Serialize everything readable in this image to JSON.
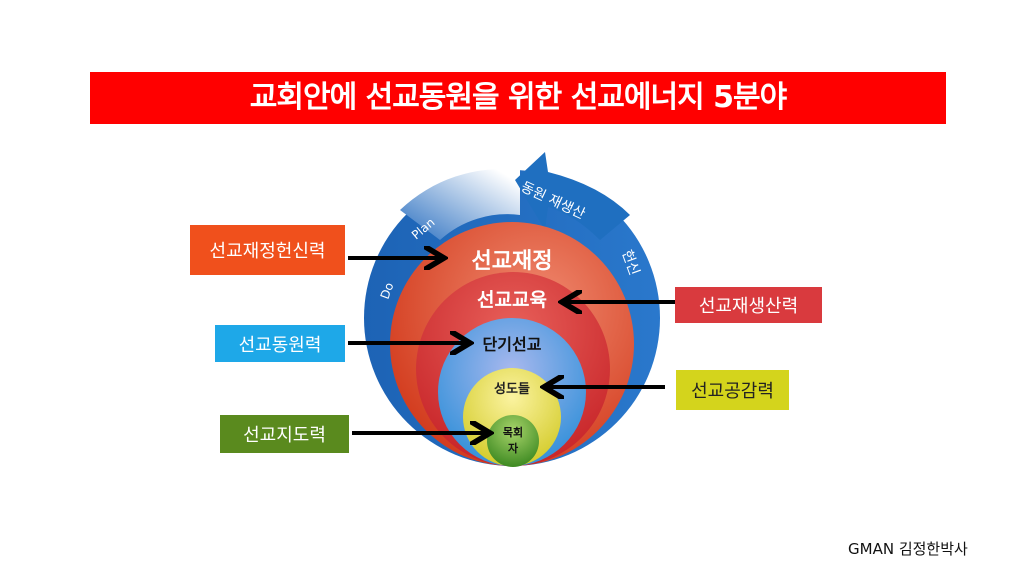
{
  "title": "교회안에 선교동원을 위한 선교에너지 5분야",
  "labels": {
    "finance_devotion": "선교재정헌신력",
    "reproduction": "선교재생산력",
    "mobilization": "선교동원력",
    "empathy": "선교공감력",
    "leadership": "선교지도력"
  },
  "rings": {
    "finance": "선교재정",
    "education": "선교교육",
    "short_term": "단기선교",
    "saints": "성도들",
    "pastor_1": "목회",
    "pastor_2": "자"
  },
  "cycle": {
    "do": "Do",
    "plan": "Plan",
    "mobilize": "동원 재생산",
    "devotion": "헌신"
  },
  "footer": "GMAN 김정한박사",
  "colors": {
    "title": "#ff0000",
    "blue": "#1f6fc0"
  }
}
